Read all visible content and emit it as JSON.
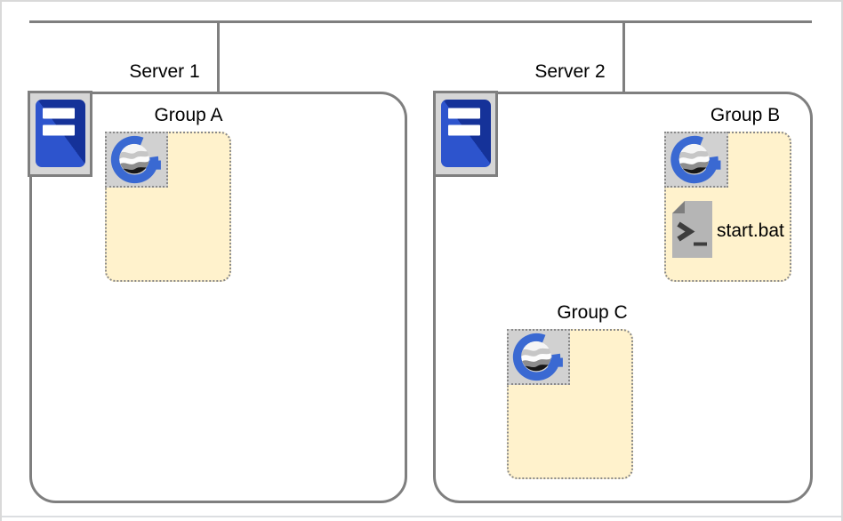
{
  "servers": [
    {
      "label": "Server 1"
    },
    {
      "label": "Server 2"
    }
  ],
  "groups": [
    {
      "label": "Group A",
      "server": "Server 1"
    },
    {
      "label": "Group B",
      "server": "Server 2"
    },
    {
      "label": "Group C",
      "server": "Server 2"
    }
  ],
  "files": [
    {
      "label": "start.bat",
      "group": "Group B"
    }
  ],
  "icons": {
    "server": "server-rack-icon",
    "geode": "geode-logo-icon",
    "script": "script-file-icon"
  },
  "colors": {
    "connector_gray": "#7F7F7F",
    "server_border": "#7F7F7F",
    "group_fill": "#FFF2CC",
    "dotted_border": "#8A8A8A",
    "icon_bg": "#D1D1D1",
    "server_icon_frame": "#D6D6D6",
    "server_icon_blue_light": "#2D54CD",
    "server_icon_blue_dark": "#153299",
    "logo_blue": "#3A69D2",
    "script_body": "#B5B5B5",
    "script_fold": "#7E7E7E",
    "script_glyph": "#3D3D3D"
  }
}
